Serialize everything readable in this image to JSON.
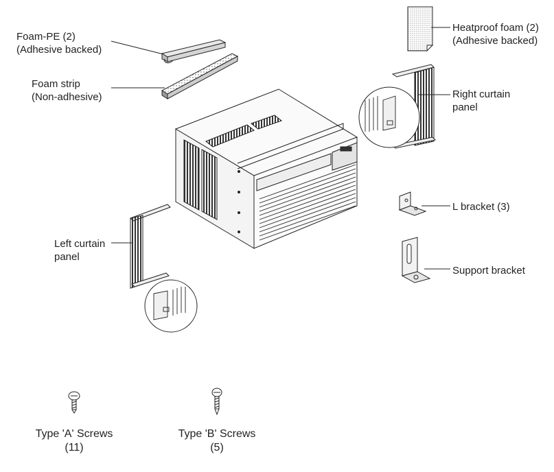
{
  "parts": {
    "foam_pe": {
      "line1": "Foam-PE (2)",
      "line2": "(Adhesive backed)"
    },
    "foam_strip": {
      "line1": "Foam strip",
      "line2": "(Non-adhesive)"
    },
    "heatproof_foam": {
      "line1": "Heatproof foam (2)",
      "line2": "(Adhesive backed)"
    },
    "right_curtain": {
      "line1": "Right curtain",
      "line2": "panel"
    },
    "left_curtain": {
      "line1": "Left curtain",
      "line2": "panel"
    },
    "l_bracket": {
      "label": "L bracket (3)"
    },
    "support_bracket": {
      "label": "Support bracket"
    },
    "screw_a": {
      "line1": "Type 'A' Screws",
      "line2": "(11)"
    },
    "screw_b": {
      "line1": "Type 'B' Screws",
      "line2": "(5)"
    }
  }
}
